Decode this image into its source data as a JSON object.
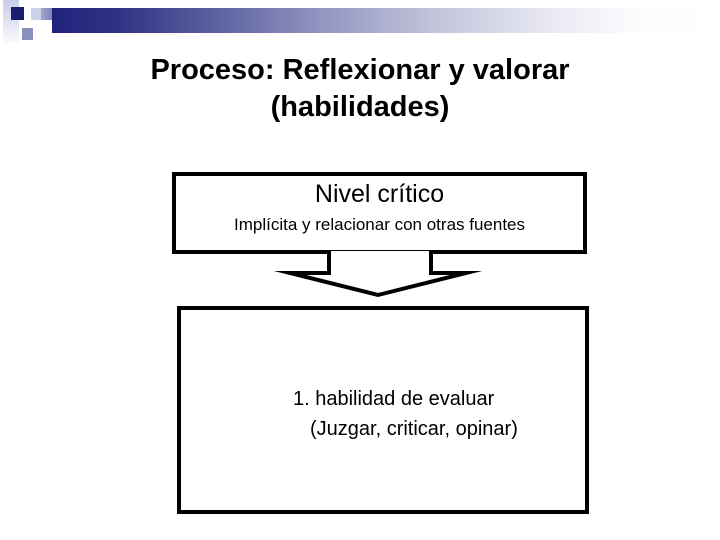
{
  "slide": {
    "title": {
      "line1": "Proceso: Reflexionar y valorar",
      "line2": "(habilidades)"
    },
    "top_box": {
      "heading": "Nivel crítico",
      "subheading": "Implícita y relacionar con otras fuentes"
    },
    "arrow": {
      "shape": "flattened-down-arrow",
      "fill": "#ffffff",
      "stroke": "#000000"
    },
    "bottom_box": {
      "line1": "1. habilidad de evaluar",
      "line2": "(Juzgar, criticar, opinar)"
    },
    "decoration": {
      "navy_bar": "#20237a",
      "dark_square": "#1b1e6e",
      "light_square": "#ccd0e8",
      "medium_square": "#8f94c6",
      "slate_square": "#8a90bf"
    },
    "text_color": "#000000",
    "background": "#ffffff"
  }
}
